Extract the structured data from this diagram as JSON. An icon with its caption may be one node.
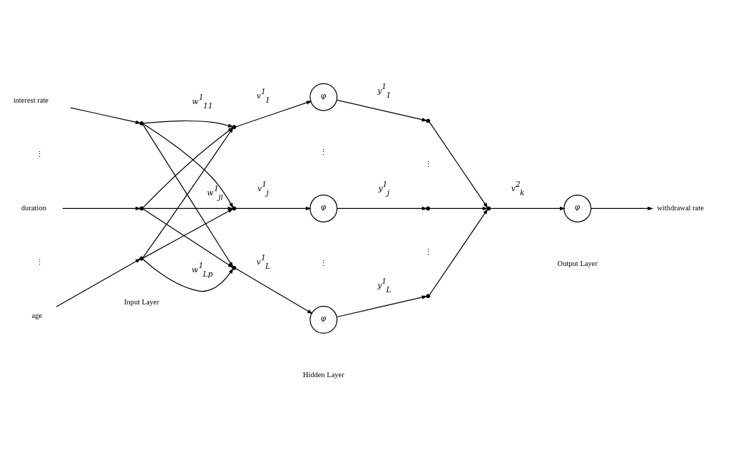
{
  "diagram": {
    "nodes": [
      {
        "text": [
          "interest rate"
        ]
      },
      {
        "text": [
          "duration"
        ]
      },
      {
        "text": [
          "age"
        ]
      },
      {
        "text": [],
        "shape": "circle"
      },
      {
        "text": [],
        "shape": "circle"
      },
      {
        "text": [],
        "shape": "circle"
      },
      {
        "text": [],
        "shape": "circle"
      },
      {
        "text": [],
        "shape": "circle"
      },
      {
        "text": [],
        "shape": "circle"
      },
      {
        "text": [
          "φ"
        ]
      },
      {
        "text": [
          "φ"
        ]
      },
      {
        "text": [
          "φ"
        ]
      },
      {
        "text": [],
        "shape": "circle"
      },
      {
        "text": [],
        "shape": "circle"
      },
      {
        "text": [],
        "shape": "circle"
      },
      {
        "text": [],
        "shape": "circle"
      },
      {
        "text": [
          "φ"
        ]
      },
      {
        "text": [
          "withdrawal rate"
        ]
      }
    ],
    "edges": [
      {
        "from": 0,
        "to": 3,
        "arrow": "to"
      },
      {
        "from": 1,
        "to": 4,
        "arrow": "to"
      },
      {
        "from": 2,
        "to": 5,
        "arrow": "to"
      },
      {
        "from": 3,
        "to": 6,
        "arrow": "to",
        "label": "w$^{1}$$_{11}$"
      },
      {
        "from": 3,
        "to": 7,
        "arrow": "to"
      },
      {
        "from": 3,
        "to": 8,
        "arrow": "to"
      },
      {
        "from": 4,
        "to": 6,
        "arrow": "to"
      },
      {
        "from": 4,
        "to": 7,
        "arrow": "to",
        "label": "w$^{1}$$_{ji}$"
      },
      {
        "from": 4,
        "to": 8,
        "arrow": "to"
      },
      {
        "from": 5,
        "to": 6,
        "arrow": "to"
      },
      {
        "from": 5,
        "to": 7,
        "arrow": "to"
      },
      {
        "from": 5,
        "to": 8,
        "arrow": "to",
        "label": "w$^{1}$$_{Lp}$"
      },
      {
        "from": 6,
        "to": 9,
        "arrow": "to",
        "label": "v$^{1}$$_{1}$"
      },
      {
        "from": 7,
        "to": 10,
        "arrow": "to",
        "label": "v$^{1}$$_{j}$"
      },
      {
        "from": 8,
        "to": 11,
        "arrow": "to",
        "label": "v$^{1}$$_{L}$"
      },
      {
        "from": 9,
        "to": 12,
        "arrow": "to",
        "label": "y$^{1}$$_{1}$"
      },
      {
        "from": 10,
        "to": 13,
        "arrow": "to",
        "label": "y$^{1}$$_{j}$"
      },
      {
        "from": 11,
        "to": 14,
        "arrow": "to",
        "label": "y$^{1}$$_{L}$"
      },
      {
        "from": 12,
        "to": 15,
        "arrow": "to"
      },
      {
        "from": 13,
        "to": 15,
        "arrow": "to"
      },
      {
        "from": 14,
        "to": 15,
        "arrow": "to"
      },
      {
        "from": 15,
        "to": 16,
        "arrow": "to",
        "label": "v$^{2}$$_{k}$"
      },
      {
        "from": 16,
        "to": 17,
        "arrow": "to"
      }
    ],
    "labels": [
      "⋮",
      "⋮",
      "⋮",
      "⋮",
      "⋮",
      "⋮",
      "Input Layer",
      "Hidden Layer",
      "Output Layer"
    ]
  }
}
